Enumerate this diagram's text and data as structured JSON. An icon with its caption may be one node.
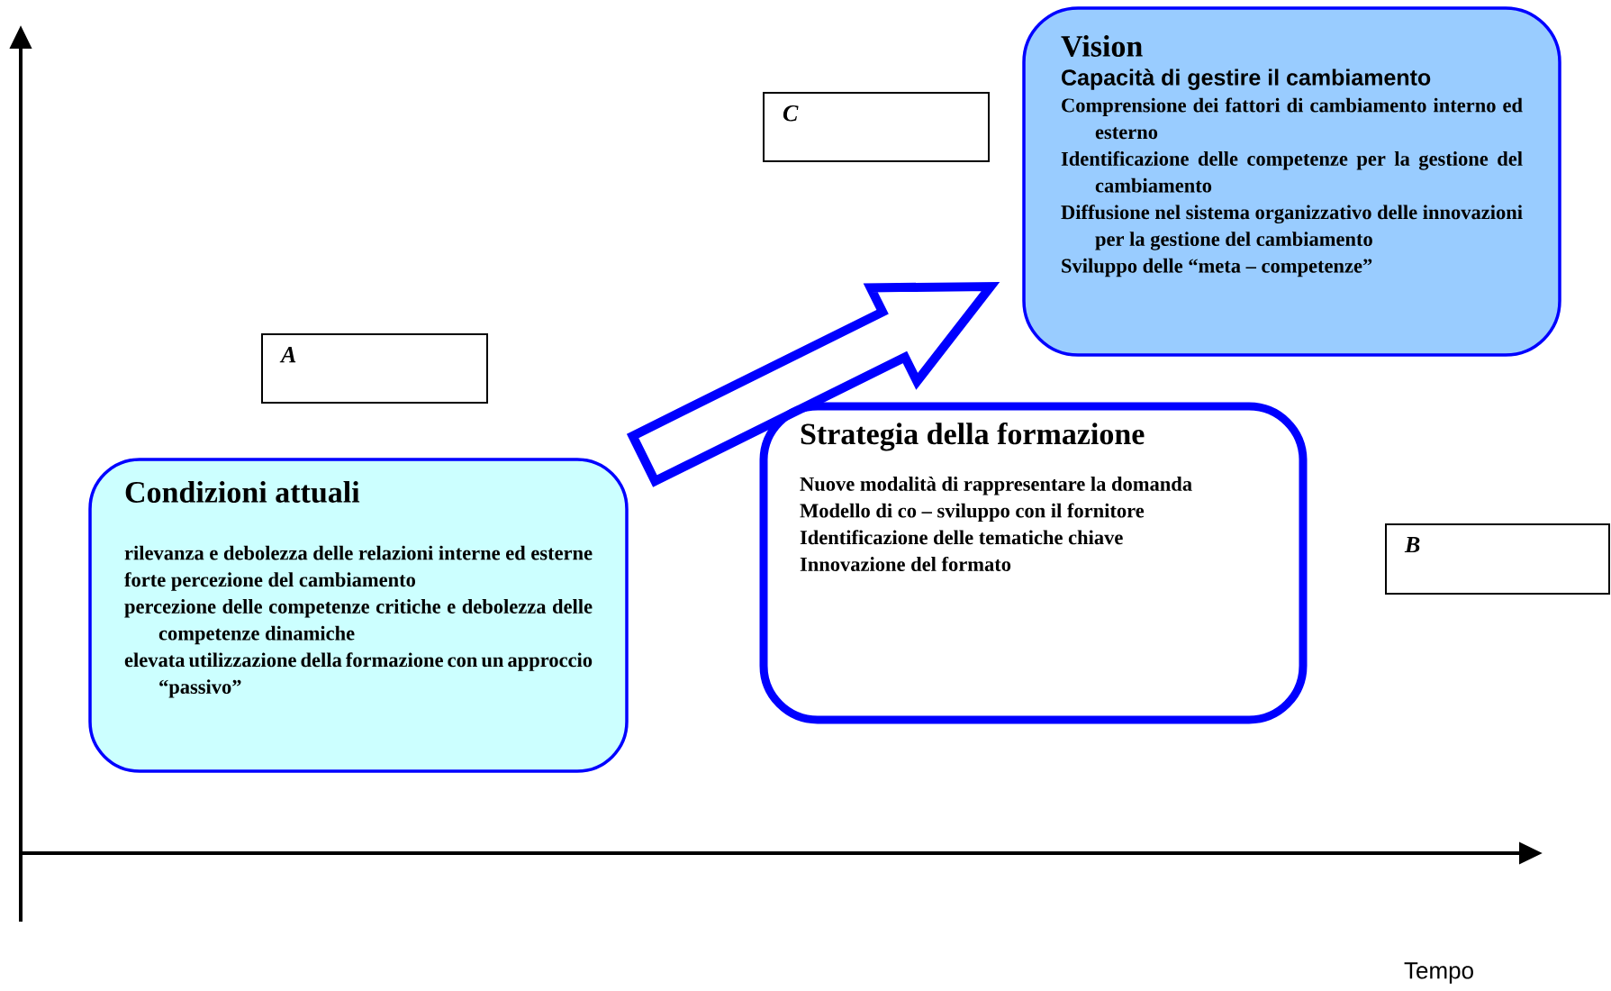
{
  "diagram": {
    "nodes": [
      {
        "text": [
          "A"
        ]
      },
      {
        "text": [
          "C"
        ]
      },
      {
        "text": [
          "Condizioni attuali",
          "rilevanza e debolezza delle relazioni interne ed esterne",
          "forte percezione del cambiamento",
          "percezione delle competenze critiche e debolezza delle competenze dinamiche",
          "elevata utilizzazione della formazione con un approccio “passivo”"
        ]
      },
      {
        "text": [
          "Strategia della formazione",
          "Nuove modalità di rappresentare la domanda",
          "Modello di co – sviluppo con il fornitore",
          "Identificazione delle tematiche chiave",
          "Innovazione del formato"
        ]
      },
      {
        "text": [
          "Vision",
          "Capacità di gestire il cambiamento",
          "Comprensione dei fattori di cambiamento interno ed esterno",
          "Identificazione delle competenze per la gestione del cambiamento",
          "Diffusione nel sistema organizzativo delle innovazioni per la gestione del cambiamento",
          "Sviluppo delle “meta – competenze”"
        ]
      },
      {
        "text": [
          "B"
        ]
      }
    ],
    "edges": [
      {
        "from": 2,
        "to": 4,
        "arrow": "to",
        "style": "thick"
      }
    ],
    "labels": [
      "Tempo"
    ]
  }
}
